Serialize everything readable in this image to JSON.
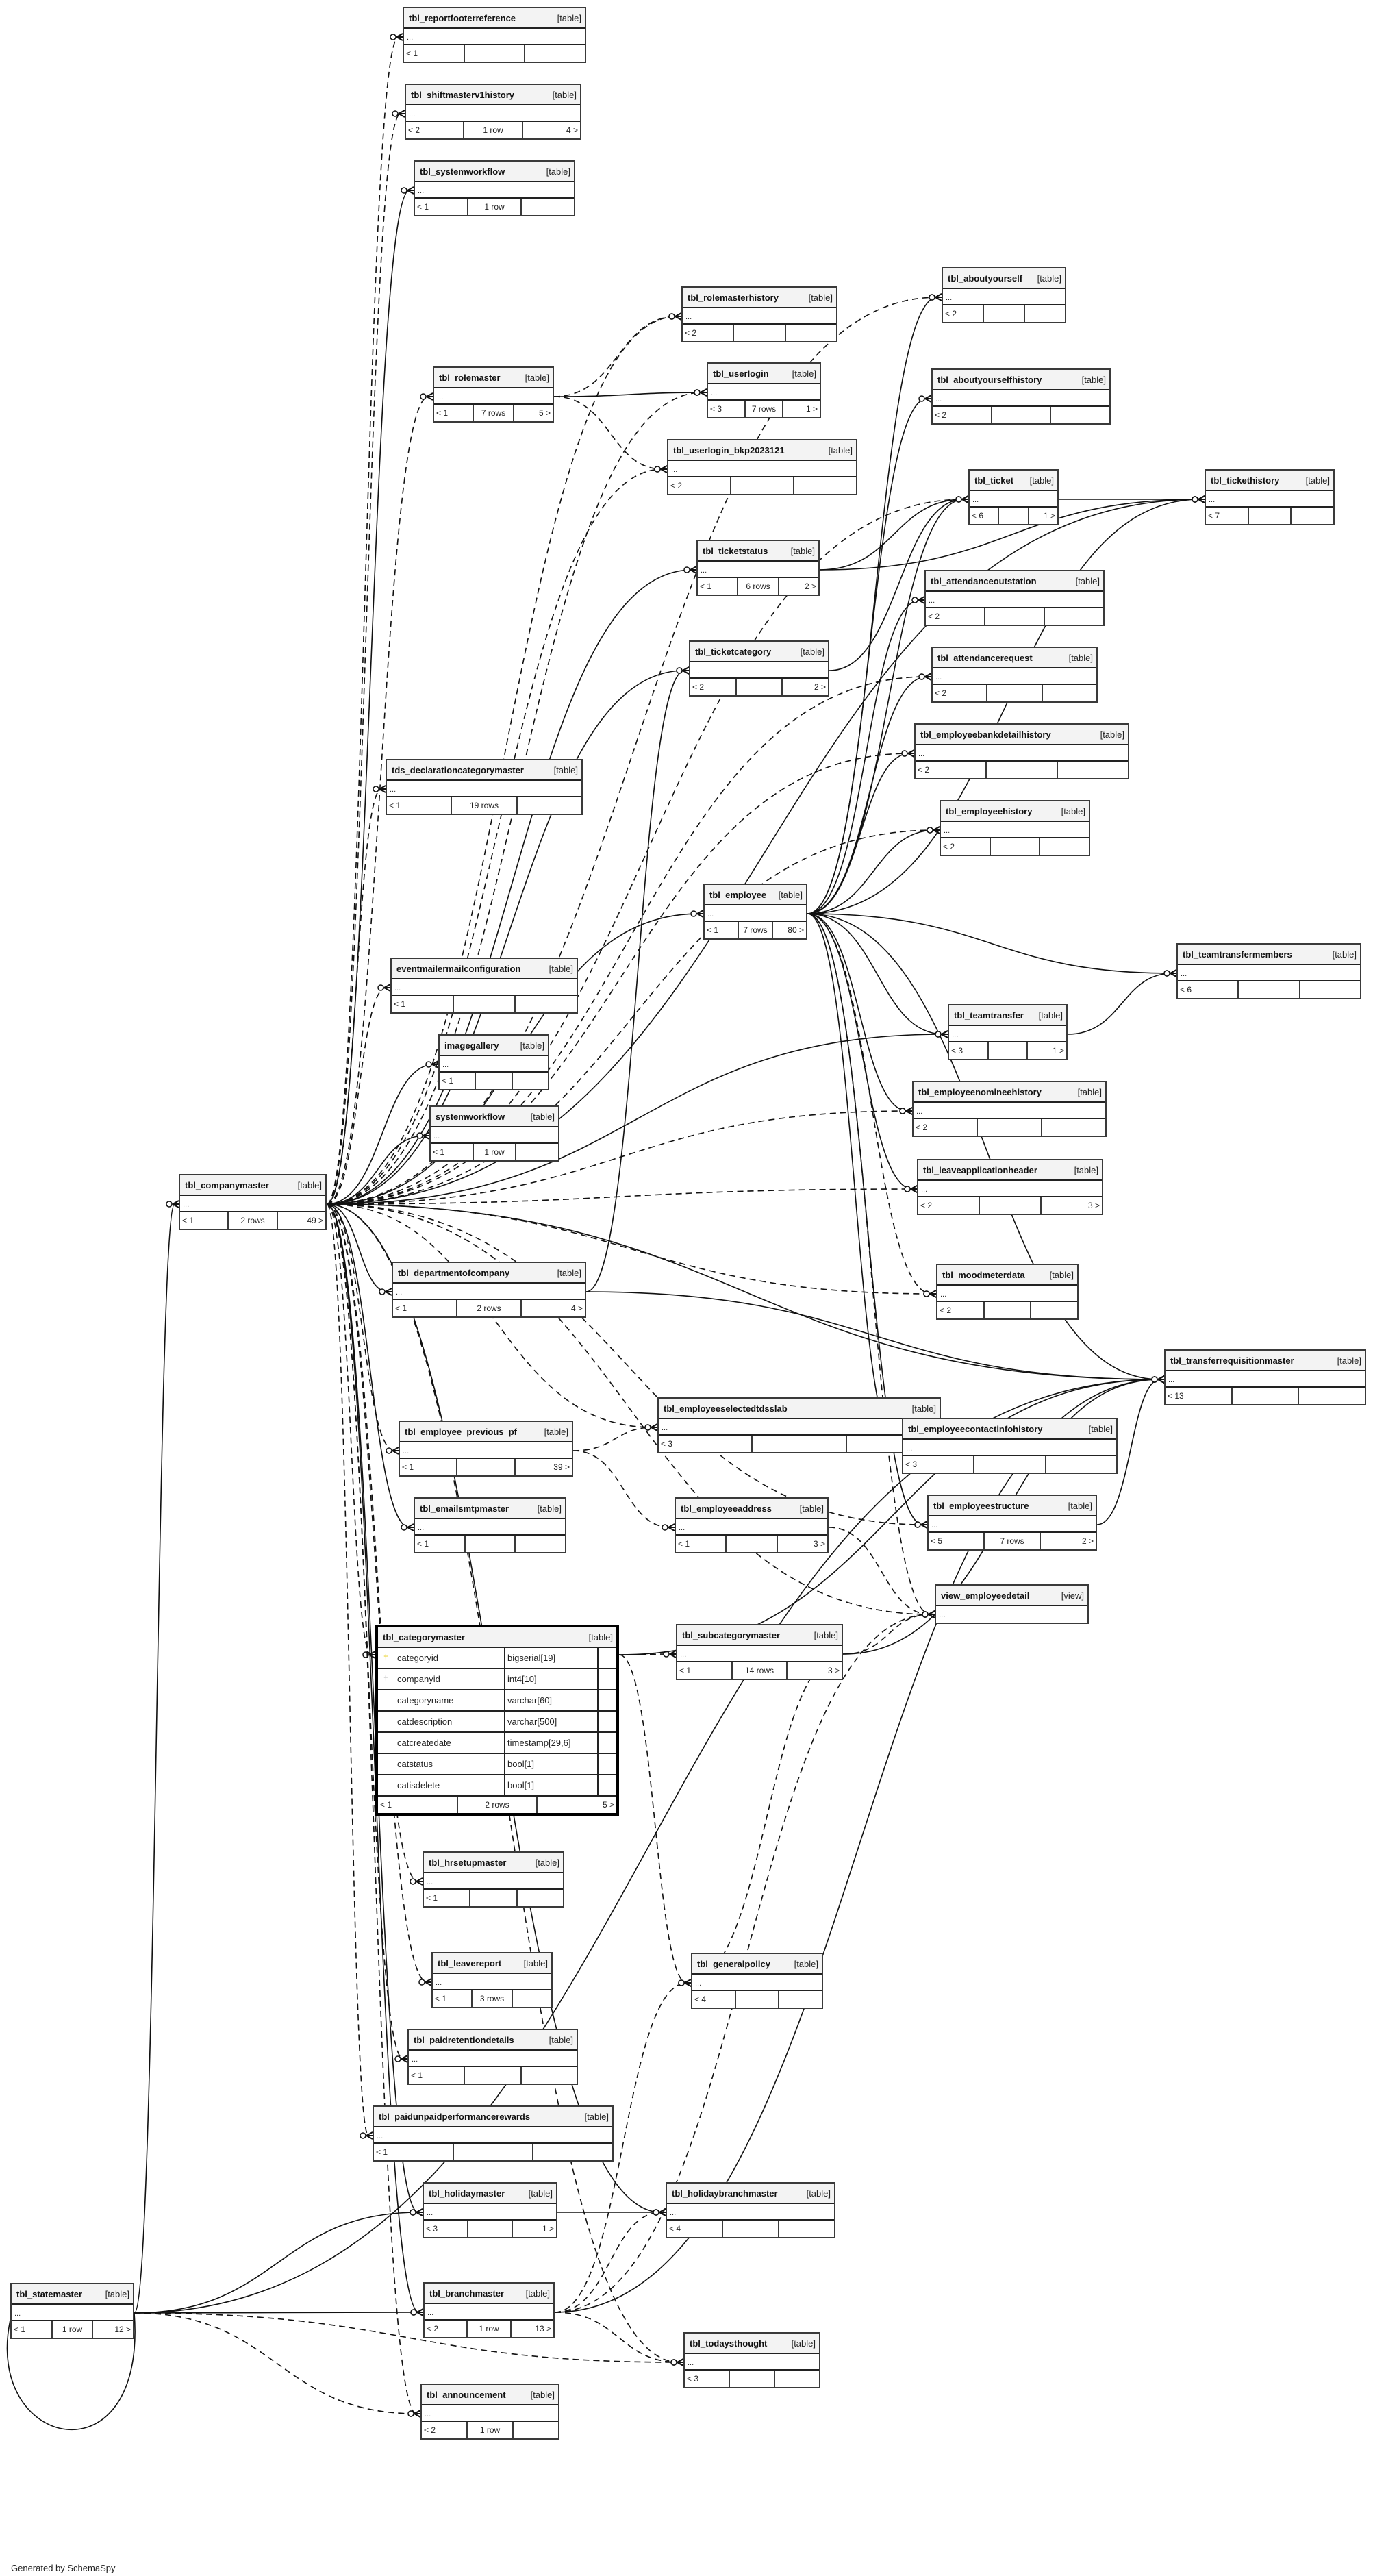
{
  "tool": "SchemaSpy",
  "footer_text": "Generated by SchemaSpy",
  "ellipsis": "...",
  "tables": [
    {
      "id": "tbl_reportfooterreference",
      "name": "tbl_reportfooterreference",
      "type": "[table]",
      "parents": "< 1",
      "rows": "",
      "children": ""
    },
    {
      "id": "tbl_shiftmasterv1history",
      "name": "tbl_shiftmasterv1history",
      "type": "[table]",
      "parents": "< 2",
      "rows": "1 row",
      "children": "4 >"
    },
    {
      "id": "tbl_systemworkflow",
      "name": "tbl_systemworkflow",
      "type": "[table]",
      "parents": "< 1",
      "rows": "1 row",
      "children": ""
    },
    {
      "id": "tbl_aboutyourself",
      "name": "tbl_aboutyourself",
      "type": "[table]",
      "parents": "< 2",
      "rows": "",
      "children": ""
    },
    {
      "id": "tbl_rolemasterhistory",
      "name": "tbl_rolemasterhistory",
      "type": "[table]",
      "parents": "< 2",
      "rows": "",
      "children": ""
    },
    {
      "id": "tbl_rolemaster",
      "name": "tbl_rolemaster",
      "type": "[table]",
      "parents": "< 1",
      "rows": "7 rows",
      "children": "5 >"
    },
    {
      "id": "tbl_userlogin",
      "name": "tbl_userlogin",
      "type": "[table]",
      "parents": "< 3",
      "rows": "7 rows",
      "children": "1 >"
    },
    {
      "id": "tbl_aboutyourselfhistory",
      "name": "tbl_aboutyourselfhistory",
      "type": "[table]",
      "parents": "< 2",
      "rows": "",
      "children": ""
    },
    {
      "id": "tbl_userlogin_bkp2023121",
      "name": "tbl_userlogin_bkp2023121",
      "type": "[table]",
      "parents": "< 2",
      "rows": "",
      "children": ""
    },
    {
      "id": "tbl_ticket",
      "name": "tbl_ticket",
      "type": "[table]",
      "parents": "< 6",
      "rows": "",
      "children": "1 >"
    },
    {
      "id": "tbl_tickethistory",
      "name": "tbl_tickethistory",
      "type": "[table]",
      "parents": "< 7",
      "rows": "",
      "children": ""
    },
    {
      "id": "tbl_ticketstatus",
      "name": "tbl_ticketstatus",
      "type": "[table]",
      "parents": "< 1",
      "rows": "6 rows",
      "children": "2 >"
    },
    {
      "id": "tbl_attendanceoutstation",
      "name": "tbl_attendanceoutstation",
      "type": "[table]",
      "parents": "< 2",
      "rows": "",
      "children": ""
    },
    {
      "id": "tbl_ticketcategory",
      "name": "tbl_ticketcategory",
      "type": "[table]",
      "parents": "< 2",
      "rows": "",
      "children": "2 >"
    },
    {
      "id": "tbl_attendancerequest",
      "name": "tbl_attendancerequest",
      "type": "[table]",
      "parents": "< 2",
      "rows": "",
      "children": ""
    },
    {
      "id": "tbl_employeebankdetailhistory",
      "name": "tbl_employeebankdetailhistory",
      "type": "[table]",
      "parents": "< 2",
      "rows": "",
      "children": ""
    },
    {
      "id": "tds_declarationcategorymaster",
      "name": "tds_declarationcategorymaster",
      "type": "[table]",
      "parents": "< 1",
      "rows": "19 rows",
      "children": ""
    },
    {
      "id": "tbl_employeehistory",
      "name": "tbl_employeehistory",
      "type": "[table]",
      "parents": "< 2",
      "rows": "",
      "children": ""
    },
    {
      "id": "tbl_employee",
      "name": "tbl_employee",
      "type": "[table]",
      "parents": "< 1",
      "rows": "7 rows",
      "children": "80 >"
    },
    {
      "id": "tbl_teamtransfermembers",
      "name": "tbl_teamtransfermembers",
      "type": "[table]",
      "parents": "< 6",
      "rows": "",
      "children": ""
    },
    {
      "id": "eventmailermailconfiguration",
      "name": "eventmailermailconfiguration",
      "type": "[table]",
      "parents": "< 1",
      "rows": "",
      "children": ""
    },
    {
      "id": "tbl_teamtransfer",
      "name": "tbl_teamtransfer",
      "type": "[table]",
      "parents": "< 3",
      "rows": "",
      "children": "1 >"
    },
    {
      "id": "imagegallery",
      "name": "imagegallery",
      "type": "[table]",
      "parents": "< 1",
      "rows": "",
      "children": ""
    },
    {
      "id": "tbl_employeenomineehistory",
      "name": "tbl_employeenomineehistory",
      "type": "[table]",
      "parents": "< 2",
      "rows": "",
      "children": ""
    },
    {
      "id": "systemworkflow",
      "name": "systemworkflow",
      "type": "[table]",
      "parents": "< 1",
      "rows": "1 row",
      "children": ""
    },
    {
      "id": "tbl_companymaster",
      "name": "tbl_companymaster",
      "type": "[table]",
      "parents": "< 1",
      "rows": "2 rows",
      "children": "49 >"
    },
    {
      "id": "tbl_leaveapplicationheader",
      "name": "tbl_leaveapplicationheader",
      "type": "[table]",
      "parents": "< 2",
      "rows": "",
      "children": "3 >"
    },
    {
      "id": "tbl_departmentofcompany",
      "name": "tbl_departmentofcompany",
      "type": "[table]",
      "parents": "< 1",
      "rows": "2 rows",
      "children": "4 >"
    },
    {
      "id": "tbl_moodmeterdata",
      "name": "tbl_moodmeterdata",
      "type": "[table]",
      "parents": "< 2",
      "rows": "",
      "children": ""
    },
    {
      "id": "tbl_transferrequisitionmaster",
      "name": "tbl_transferrequisitionmaster",
      "type": "[table]",
      "parents": "< 13",
      "rows": "",
      "children": ""
    },
    {
      "id": "tbl_employeeselectedtdsslab",
      "name": "tbl_employeeselectedtdsslab",
      "type": "[table]",
      "parents": "< 3",
      "rows": "",
      "children": ""
    },
    {
      "id": "tbl_employee_previous_pf",
      "name": "tbl_employee_previous_pf",
      "type": "[table]",
      "parents": "< 1",
      "rows": "",
      "children": "39 >"
    },
    {
      "id": "tbl_employeecontactinfohistory",
      "name": "tbl_employeecontactinfohistory",
      "type": "[table]",
      "parents": "< 3",
      "rows": "",
      "children": ""
    },
    {
      "id": "tbl_emailsmtpmaster",
      "name": "tbl_emailsmtpmaster",
      "type": "[table]",
      "parents": "< 1",
      "rows": "",
      "children": ""
    },
    {
      "id": "tbl_employeeaddress",
      "name": "tbl_employeeaddress",
      "type": "[table]",
      "parents": "< 1",
      "rows": "",
      "children": "3 >"
    },
    {
      "id": "tbl_employeestructure",
      "name": "tbl_employeestructure",
      "type": "[table]",
      "parents": "< 5",
      "rows": "7 rows",
      "children": "2 >"
    },
    {
      "id": "view_employeedetail",
      "name": "view_employeedetail",
      "type": "[view]",
      "parents": null,
      "rows": null,
      "children": null
    },
    {
      "id": "tbl_subcategorymaster",
      "name": "tbl_subcategorymaster",
      "type": "[table]",
      "parents": "< 1",
      "rows": "14 rows",
      "children": "3 >"
    },
    {
      "id": "tbl_hrsetupmaster",
      "name": "tbl_hrsetupmaster",
      "type": "[table]",
      "parents": "< 1",
      "rows": "",
      "children": ""
    },
    {
      "id": "tbl_generalpolicy",
      "name": "tbl_generalpolicy",
      "type": "[table]",
      "parents": "< 4",
      "rows": "",
      "children": ""
    },
    {
      "id": "tbl_leavereport",
      "name": "tbl_leavereport",
      "type": "[table]",
      "parents": "< 1",
      "rows": "3 rows",
      "children": ""
    },
    {
      "id": "tbl_paidretentiondetails",
      "name": "tbl_paidretentiondetails",
      "type": "[table]",
      "parents": "< 1",
      "rows": "",
      "children": ""
    },
    {
      "id": "tbl_paidunpaidperformancerewards",
      "name": "tbl_paidunpaidperformancerewards",
      "type": "[table]",
      "parents": "< 1",
      "rows": "",
      "children": ""
    },
    {
      "id": "tbl_holidaymaster",
      "name": "tbl_holidaymaster",
      "type": "[table]",
      "parents": "< 3",
      "rows": "",
      "children": "1 >"
    },
    {
      "id": "tbl_holidaybranchmaster",
      "name": "tbl_holidaybranchmaster",
      "type": "[table]",
      "parents": "< 4",
      "rows": "",
      "children": ""
    },
    {
      "id": "tbl_statemaster",
      "name": "tbl_statemaster",
      "type": "[table]",
      "parents": "< 1",
      "rows": "1 row",
      "children": "12 >"
    },
    {
      "id": "tbl_branchmaster",
      "name": "tbl_branchmaster",
      "type": "[table]",
      "parents": "< 2",
      "rows": "1 row",
      "children": "13 >"
    },
    {
      "id": "tbl_todaysthought",
      "name": "tbl_todaysthought",
      "type": "[table]",
      "parents": "< 3",
      "rows": "",
      "children": ""
    },
    {
      "id": "tbl_announcement",
      "name": "tbl_announcement",
      "type": "[table]",
      "parents": "< 2",
      "rows": "1 row",
      "children": ""
    }
  ],
  "focus_table": {
    "name": "tbl_categorymaster",
    "type": "[table]",
    "columns": [
      {
        "name": "categoryid",
        "type": "bigserial[19]",
        "key": "primary"
      },
      {
        "name": "companyid",
        "type": "int4[10]",
        "key": "foreign"
      },
      {
        "name": "categoryname",
        "type": "varchar[60]",
        "key": ""
      },
      {
        "name": "catdescription",
        "type": "varchar[500]",
        "key": ""
      },
      {
        "name": "catcreatedate",
        "type": "timestamp[29,6]",
        "key": ""
      },
      {
        "name": "catstatus",
        "type": "bool[1]",
        "key": ""
      },
      {
        "name": "catisdelete",
        "type": "bool[1]",
        "key": ""
      }
    ],
    "parents": "< 1",
    "rows": "2 rows",
    "children": "5 >"
  },
  "relationships": [
    {
      "from": "tbl_companymaster",
      "to": "tbl_reportfooterreference",
      "style": "dashed"
    },
    {
      "from": "tbl_companymaster",
      "to": "tbl_shiftmasterv1history",
      "style": "dashed"
    },
    {
      "from": "tbl_companymaster",
      "to": "tbl_systemworkflow",
      "style": "solid"
    },
    {
      "from": "tbl_companymaster",
      "to": "tbl_aboutyourself",
      "style": "dashed"
    },
    {
      "from": "tbl_companymaster",
      "to": "tbl_rolemasterhistory",
      "style": "dashed"
    },
    {
      "from": "tbl_companymaster",
      "to": "tbl_rolemaster",
      "style": "dashed"
    },
    {
      "from": "tbl_rolemaster",
      "to": "tbl_rolemasterhistory",
      "style": "dashed"
    },
    {
      "from": "tbl_rolemaster",
      "to": "tbl_userlogin",
      "style": "solid"
    },
    {
      "from": "tbl_rolemaster",
      "to": "tbl_userlogin_bkp2023121",
      "style": "dashed"
    },
    {
      "from": "tbl_companymaster",
      "to": "tbl_userlogin",
      "style": "dashed"
    },
    {
      "from": "tbl_companymaster",
      "to": "tbl_userlogin_bkp2023121",
      "style": "dashed"
    },
    {
      "from": "tbl_companymaster",
      "to": "tbl_tickethistory",
      "style": "solid"
    },
    {
      "from": "tbl_companymaster",
      "to": "tbl_ticket",
      "style": "dashed"
    },
    {
      "from": "tbl_companymaster",
      "to": "tbl_ticketstatus",
      "style": "solid"
    },
    {
      "from": "tbl_companymaster",
      "to": "tbl_ticketcategory",
      "style": "solid"
    },
    {
      "from": "tbl_ticketstatus",
      "to": "tbl_ticket",
      "style": "solid"
    },
    {
      "from": "tbl_ticketstatus",
      "to": "tbl_tickethistory",
      "style": "solid"
    },
    {
      "from": "tbl_ticketcategory",
      "to": "tbl_ticket",
      "style": "solid"
    },
    {
      "from": "tbl_ticket",
      "to": "tbl_tickethistory",
      "style": "solid"
    },
    {
      "from": "tbl_companymaster",
      "to": "tbl_attendancerequest",
      "style": "dashed"
    },
    {
      "from": "tbl_companymaster",
      "to": "tbl_employeebankdetailhistory",
      "style": "dashed"
    },
    {
      "from": "tbl_companymaster",
      "to": "tds_declarationcategorymaster",
      "style": "dashed"
    },
    {
      "from": "tbl_companymaster",
      "to": "tbl_employeehistory",
      "style": "dashed"
    },
    {
      "from": "tbl_companymaster",
      "to": "tbl_employee",
      "style": "solid"
    },
    {
      "from": "tbl_employee",
      "to": "tbl_aboutyourself",
      "style": "solid"
    },
    {
      "from": "tbl_employee",
      "to": "tbl_aboutyourselfhistory",
      "style": "solid"
    },
    {
      "from": "tbl_employee",
      "to": "tbl_ticket",
      "style": "solid"
    },
    {
      "from": "tbl_employee",
      "to": "tbl_tickethistory",
      "style": "solid"
    },
    {
      "from": "tbl_employee",
      "to": "tbl_attendanceoutstation",
      "style": "solid"
    },
    {
      "from": "tbl_employee",
      "to": "tbl_attendancerequest",
      "style": "solid"
    },
    {
      "from": "tbl_employee",
      "to": "tbl_employeebankdetailhistory",
      "style": "solid"
    },
    {
      "from": "tbl_employee",
      "to": "tbl_employeehistory",
      "style": "solid"
    },
    {
      "from": "tbl_employee",
      "to": "tbl_teamtransfermembers",
      "style": "solid"
    },
    {
      "from": "tbl_employee",
      "to": "tbl_teamtransfer",
      "style": "solid"
    },
    {
      "from": "tbl_employee",
      "to": "tbl_employeenomineehistory",
      "style": "solid"
    },
    {
      "from": "tbl_employee",
      "to": "tbl_leaveapplicationheader",
      "style": "solid"
    },
    {
      "from": "tbl_employee",
      "to": "tbl_moodmeterdata",
      "style": "dashed"
    },
    {
      "from": "tbl_employee",
      "to": "tbl_transferrequisitionmaster",
      "style": "solid"
    },
    {
      "from": "tbl_employee",
      "to": "tbl_employeecontactinfohistory",
      "style": "solid"
    },
    {
      "from": "tbl_employee",
      "to": "tbl_employeestructure",
      "style": "solid"
    },
    {
      "from": "tbl_employee",
      "to": "view_employeedetail",
      "style": "dashed"
    },
    {
      "from": "tbl_teamtransfer",
      "to": "tbl_teamtransfermembers",
      "style": "solid"
    },
    {
      "from": "tbl_companymaster",
      "to": "eventmailermailconfiguration",
      "style": "dashed"
    },
    {
      "from": "tbl_companymaster",
      "to": "imagegallery",
      "style": "solid"
    },
    {
      "from": "tbl_companymaster",
      "to": "systemworkflow",
      "style": "solid"
    },
    {
      "from": "tbl_companymaster",
      "to": "tbl_teamtransfer",
      "style": "solid"
    },
    {
      "from": "tbl_companymaster",
      "to": "tbl_employeenomineehistory",
      "style": "dashed"
    },
    {
      "from": "tbl_companymaster",
      "to": "tbl_leaveapplicationheader",
      "style": "dashed"
    },
    {
      "from": "tbl_companymaster",
      "to": "tbl_moodmeterdata",
      "style": "dashed"
    },
    {
      "from": "tbl_companymaster",
      "to": "tbl_departmentofcompany",
      "style": "solid"
    },
    {
      "from": "tbl_companymaster",
      "to": "tbl_transferrequisitionmaster",
      "style": "solid"
    },
    {
      "from": "tbl_departmentofcompany",
      "to": "tbl_transferrequisitionmaster",
      "style": "solid"
    },
    {
      "from": "tbl_departmentofcompany",
      "to": "tbl_ticketcategory",
      "style": "solid"
    },
    {
      "from": "tbl_companymaster",
      "to": "tbl_employee_previous_pf",
      "style": "dashed"
    },
    {
      "from": "tbl_companymaster",
      "to": "tbl_employeeselectedtdsslab",
      "style": "dashed"
    },
    {
      "from": "tbl_employee_previous_pf",
      "to": "tbl_employeeselectedtdsslab",
      "style": "dashed"
    },
    {
      "from": "tbl_employee_previous_pf",
      "to": "tbl_employeeaddress",
      "style": "dashed"
    },
    {
      "from": "tbl_companymaster",
      "to": "tbl_emailsmtpmaster",
      "style": "solid"
    },
    {
      "from": "tbl_companymaster",
      "to": "tbl_employeestructure",
      "style": "dashed"
    },
    {
      "from": "tbl_companymaster",
      "to": "view_employeedetail",
      "style": "dashed"
    },
    {
      "from": "tbl_employeeaddress",
      "to": "view_employeedetail",
      "style": "dashed"
    },
    {
      "from": "tbl_employeestructure",
      "to": "tbl_transferrequisitionmaster",
      "style": "solid"
    },
    {
      "from": "tbl_companymaster",
      "to": "tbl_categorymaster",
      "style": "dashed"
    },
    {
      "from": "tbl_categorymaster",
      "to": "tbl_subcategorymaster",
      "style": "dashed"
    },
    {
      "from": "tbl_categorymaster",
      "to": "tbl_generalpolicy",
      "style": "dashed"
    },
    {
      "from": "tbl_categorymaster",
      "to": "tbl_transferrequisitionmaster",
      "style": "solid"
    },
    {
      "from": "tbl_subcategorymaster",
      "to": "tbl_generalpolicy",
      "style": "dashed"
    },
    {
      "from": "tbl_subcategorymaster",
      "to": "tbl_transferrequisitionmaster",
      "style": "solid"
    },
    {
      "from": "tbl_subcategorymaster",
      "to": "view_employeedetail",
      "style": "dashed"
    },
    {
      "from": "tbl_companymaster",
      "to": "tbl_hrsetupmaster",
      "style": "dashed"
    },
    {
      "from": "tbl_companymaster",
      "to": "tbl_leavereport",
      "style": "dashed"
    },
    {
      "from": "tbl_companymaster",
      "to": "tbl_paidretentiondetails",
      "style": "dashed"
    },
    {
      "from": "tbl_companymaster",
      "to": "tbl_paidunpaidperformancerewards",
      "style": "dashed"
    },
    {
      "from": "tbl_companymaster",
      "to": "tbl_holidaymaster",
      "style": "solid"
    },
    {
      "from": "tbl_companymaster",
      "to": "tbl_holidaybranchmaster",
      "style": "solid"
    },
    {
      "from": "tbl_holidaymaster",
      "to": "tbl_holidaybranchmaster",
      "style": "solid"
    },
    {
      "from": "tbl_companymaster",
      "to": "tbl_branchmaster",
      "style": "solid"
    },
    {
      "from": "tbl_companymaster",
      "to": "tbl_announcement",
      "style": "dashed"
    },
    {
      "from": "tbl_companymaster",
      "to": "tbl_todaysthought",
      "style": "dashed"
    },
    {
      "from": "tbl_statemaster",
      "to": "tbl_branchmaster",
      "style": "solid"
    },
    {
      "from": "tbl_statemaster",
      "to": "tbl_holidaymaster",
      "style": "solid"
    },
    {
      "from": "tbl_statemaster",
      "to": "tbl_companymaster",
      "style": "solid"
    },
    {
      "from": "tbl_statemaster",
      "to": "tbl_statemaster",
      "style": "solid"
    },
    {
      "from": "tbl_statemaster",
      "to": "tbl_announcement",
      "style": "dashed"
    },
    {
      "from": "tbl_statemaster",
      "to": "tbl_todaysthought",
      "style": "dashed"
    },
    {
      "from": "tbl_branchmaster",
      "to": "tbl_holidaybranchmaster",
      "style": "dashed"
    },
    {
      "from": "tbl_branchmaster",
      "to": "tbl_todaysthought",
      "style": "dashed"
    },
    {
      "from": "tbl_branchmaster",
      "to": "tbl_generalpolicy",
      "style": "dashed"
    },
    {
      "from": "tbl_branchmaster",
      "to": "tbl_transferrequisitionmaster",
      "style": "solid"
    },
    {
      "from": "tbl_branchmaster",
      "to": "view_employeedetail",
      "style": "dashed"
    },
    {
      "from": "tbl_statemaster",
      "to": "tbl_transferrequisitionmaster",
      "style": "solid"
    }
  ]
}
